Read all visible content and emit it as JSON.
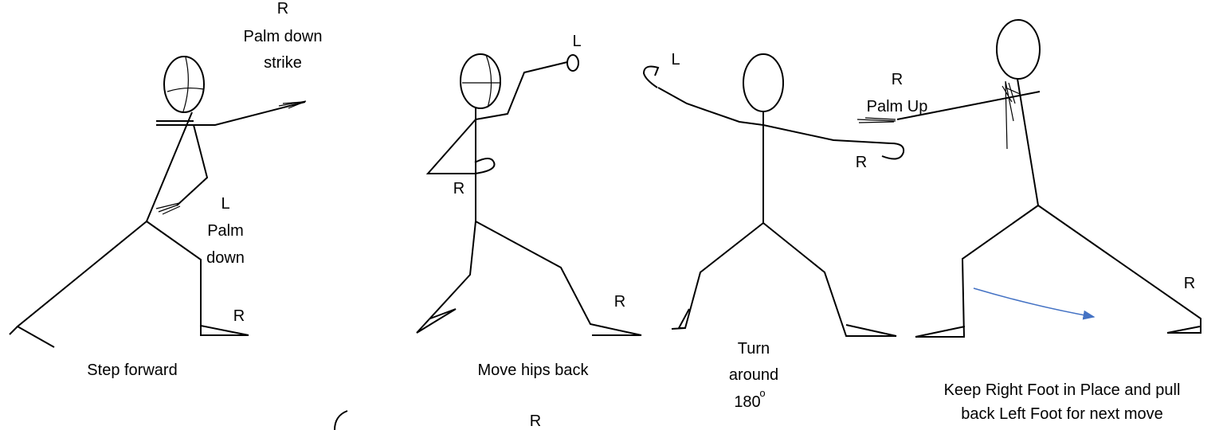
{
  "figures": [
    {
      "labels": {
        "right_hand": [
          "R",
          "Palm down",
          "strike"
        ],
        "left_hand": [
          "L",
          "Palm",
          "down"
        ],
        "foot": "R"
      },
      "caption": [
        "Step forward"
      ]
    },
    {
      "labels": {
        "left_hand": "L",
        "right_hand": "R",
        "foot": "R"
      },
      "caption": [
        "Move hips back"
      ]
    },
    {
      "labels": {
        "left_hand": "L",
        "right_hand": "R"
      },
      "caption": [
        "Turn",
        "around",
        "180"
      ],
      "degree_symbol": "o"
    },
    {
      "labels": {
        "right_hand": [
          "R",
          "Palm Up"
        ],
        "foot": "R"
      },
      "caption": [
        "Keep Right Foot in Place and pull",
        "back Left Foot for next move"
      ],
      "arrow_color": "#4472c4"
    }
  ],
  "partial_bottom": {
    "label": "R"
  }
}
